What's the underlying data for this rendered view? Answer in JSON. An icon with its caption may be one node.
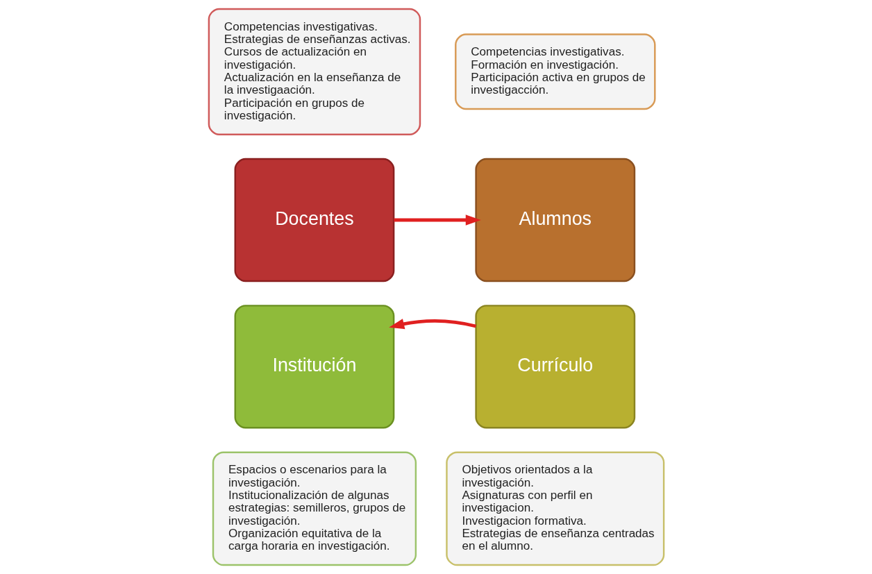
{
  "diagram": {
    "nodes": [
      {
        "text": [
          "Competencias investigativas.",
          "Estrategias de enseñanzas activas.",
          "Cursos de actualización en investigación.",
          "Actualización en la enseñanza de la investigaación.",
          "Participación en grupos de investigación."
        ]
      },
      {
        "text": [
          "Competencias investigativas.",
          "Formación en investigación.",
          "Participación activa en grupos de investigacción."
        ]
      },
      {
        "text": [
          "Docentes"
        ]
      },
      {
        "text": [
          "Alumnos"
        ]
      },
      {
        "text": [
          "Institución"
        ]
      },
      {
        "text": [
          "Currículo"
        ]
      },
      {
        "text": [
          "Espacios o escenarios para la investigación.",
          "Institucionalización de algunas estrategias: semilleros, grupos de investigación.",
          "Organización equitativa de la carga horaria en investigación."
        ]
      },
      {
        "text": [
          "Objetivos orientados a la investigación.",
          "Asignaturas con perfil en investigacion.",
          "Investigacion formativa.",
          "Estrategias de enseñanza centradas en el alumno."
        ]
      }
    ],
    "edges": [
      {
        "from": 2,
        "to": 3,
        "arrow": "to"
      },
      {
        "from": 5,
        "to": 4,
        "arrow": "to"
      }
    ]
  }
}
